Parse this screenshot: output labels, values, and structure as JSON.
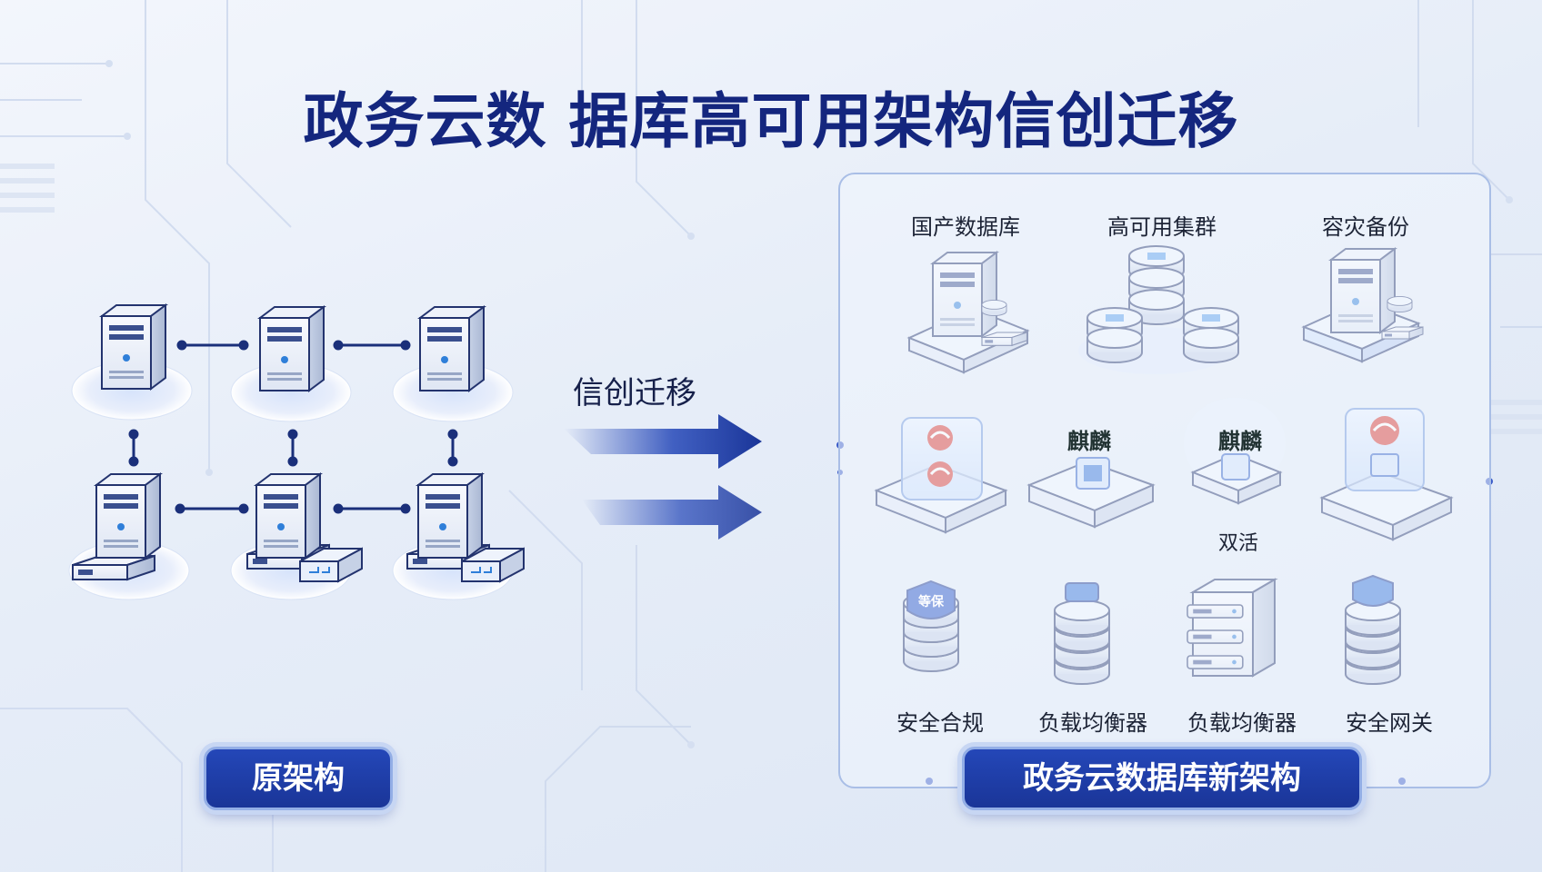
{
  "title": "政务云数 据库高可用架构信创迁移",
  "left_badge": "原架构",
  "migration_label": "信创迁移",
  "right_badge": "政务云数据库新架构",
  "top_labels": [
    "国产数据库",
    "高可用集群",
    "容灾备份"
  ],
  "middle_tags": [
    "麒麟",
    "麒麟"
  ],
  "middle_caption": "双活",
  "shield_tag": "等保",
  "bottom_labels": [
    "安全合规",
    "负载均衡器",
    "负载均衡器",
    "安全网关"
  ],
  "colors": {
    "navy": "#14267e",
    "accent": "#2447b8",
    "light": "#c7d6f3",
    "red": "#d8322a"
  }
}
